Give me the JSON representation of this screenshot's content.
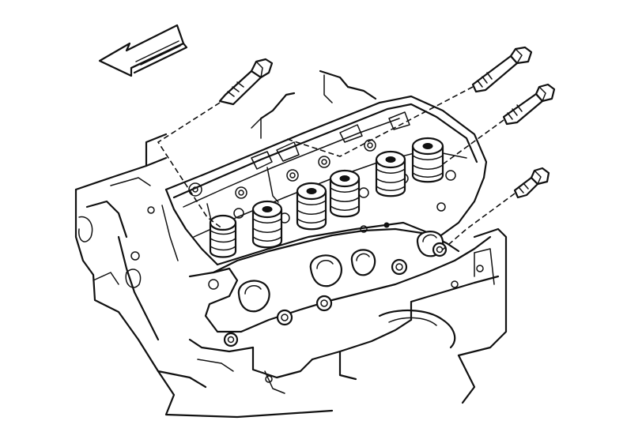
{
  "figure": {
    "background": "#ffffff",
    "ink": "#111111",
    "direction_arrow": "front-direction-arrow",
    "bolt_count": 4,
    "valve_spring_count": 6,
    "exhaust_port_count": 4
  }
}
